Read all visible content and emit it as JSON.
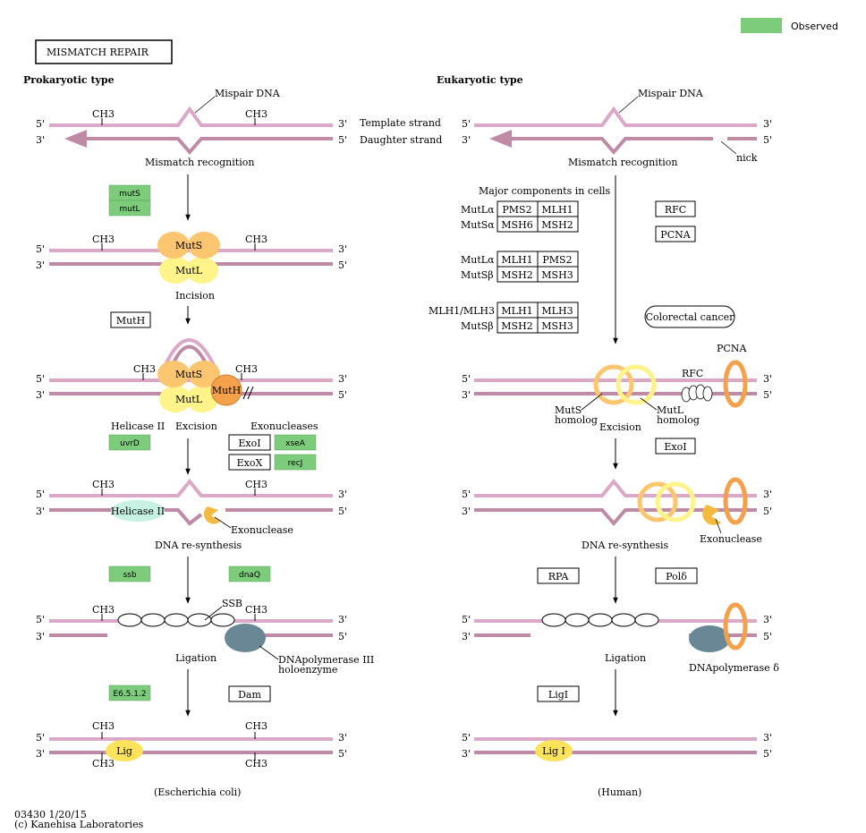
{
  "title": "MISMATCH  REPAIR",
  "legend": {
    "label": "Observed",
    "color": "#7ccc7c"
  },
  "footer": {
    "code": "03430 1/20/15",
    "copyright": "(c) Kanehisa Laboratories"
  },
  "prok": {
    "heading": "Prokaryotic type",
    "mispair": "Mispair DNA",
    "template": "Template strand",
    "daughter": "Daughter strand",
    "mismatch_recognition": "Mismatch recognition",
    "incision": "Incision",
    "excision": "Excision",
    "helicase_label": "Helicase II",
    "exonucleases": "Exonucleases",
    "exonuclease": "Exonuclease",
    "resynthesis": "DNA re-synthesis",
    "ligation": "Ligation",
    "ssb": "SSB",
    "dnapol_1": "DNApolymerase III",
    "dnapol_2": "holoenzyme",
    "organism": "(Escherichia coli)",
    "mutS": "MutS",
    "mutL": "MutL",
    "mutH_prot": "MutH",
    "helicase_prot": "Helicase II",
    "lig": "Lig",
    "genes": {
      "mutS": "mutS",
      "mutL": "mutL",
      "MutH": "MutH",
      "uvrD": "uvrD",
      "ExoI": "ExoI",
      "xseA": "xseA",
      "ExoX": "ExoX",
      "recJ": "recJ",
      "ssb": "ssb",
      "dnaQ": "dnaQ",
      "E6512": "E6.5.1.2",
      "Dam": "Dam"
    }
  },
  "euk": {
    "heading": "Eukaryotic type",
    "mispair": "Mispair DNA",
    "mismatch_recognition": "Mismatch recognition",
    "nick": "nick",
    "major_components": "Major components in cells",
    "mutla": "MutLα",
    "mutsa": "MutSα",
    "mutsb": "MutSβ",
    "mlh1mlh3": "MLH1/MLH3",
    "cells": {
      "pms2": "PMS2",
      "mlh1": "MLH1",
      "msh6": "MSH6",
      "msh2": "MSH2",
      "msh3": "MSH3",
      "mlh3": "MLH3"
    },
    "rfc_box": "RFC",
    "pcna_box": "PCNA",
    "colorectal": "Colorectal cancer",
    "pcna": "PCNA",
    "rfc": "RFC",
    "muts_homolog_1": "MutS",
    "muts_homolog_2": "homolog",
    "mutl_homolog_1": "MutL",
    "mutl_homolog_2": "homolog",
    "excision": "Excision",
    "exoi": "ExoI",
    "exonuclease": "Exonuclease",
    "resynthesis": "DNA re-synthesis",
    "rpa": "RPA",
    "pol": "Polδ",
    "ligation": "Ligation",
    "dnapol": "DNApolymerase δ",
    "ligi_box": "LigI",
    "ligi": "Lig I",
    "organism": "(Human)"
  },
  "common": {
    "p5": "5'",
    "p3": "3'",
    "ch3": "CH3"
  }
}
